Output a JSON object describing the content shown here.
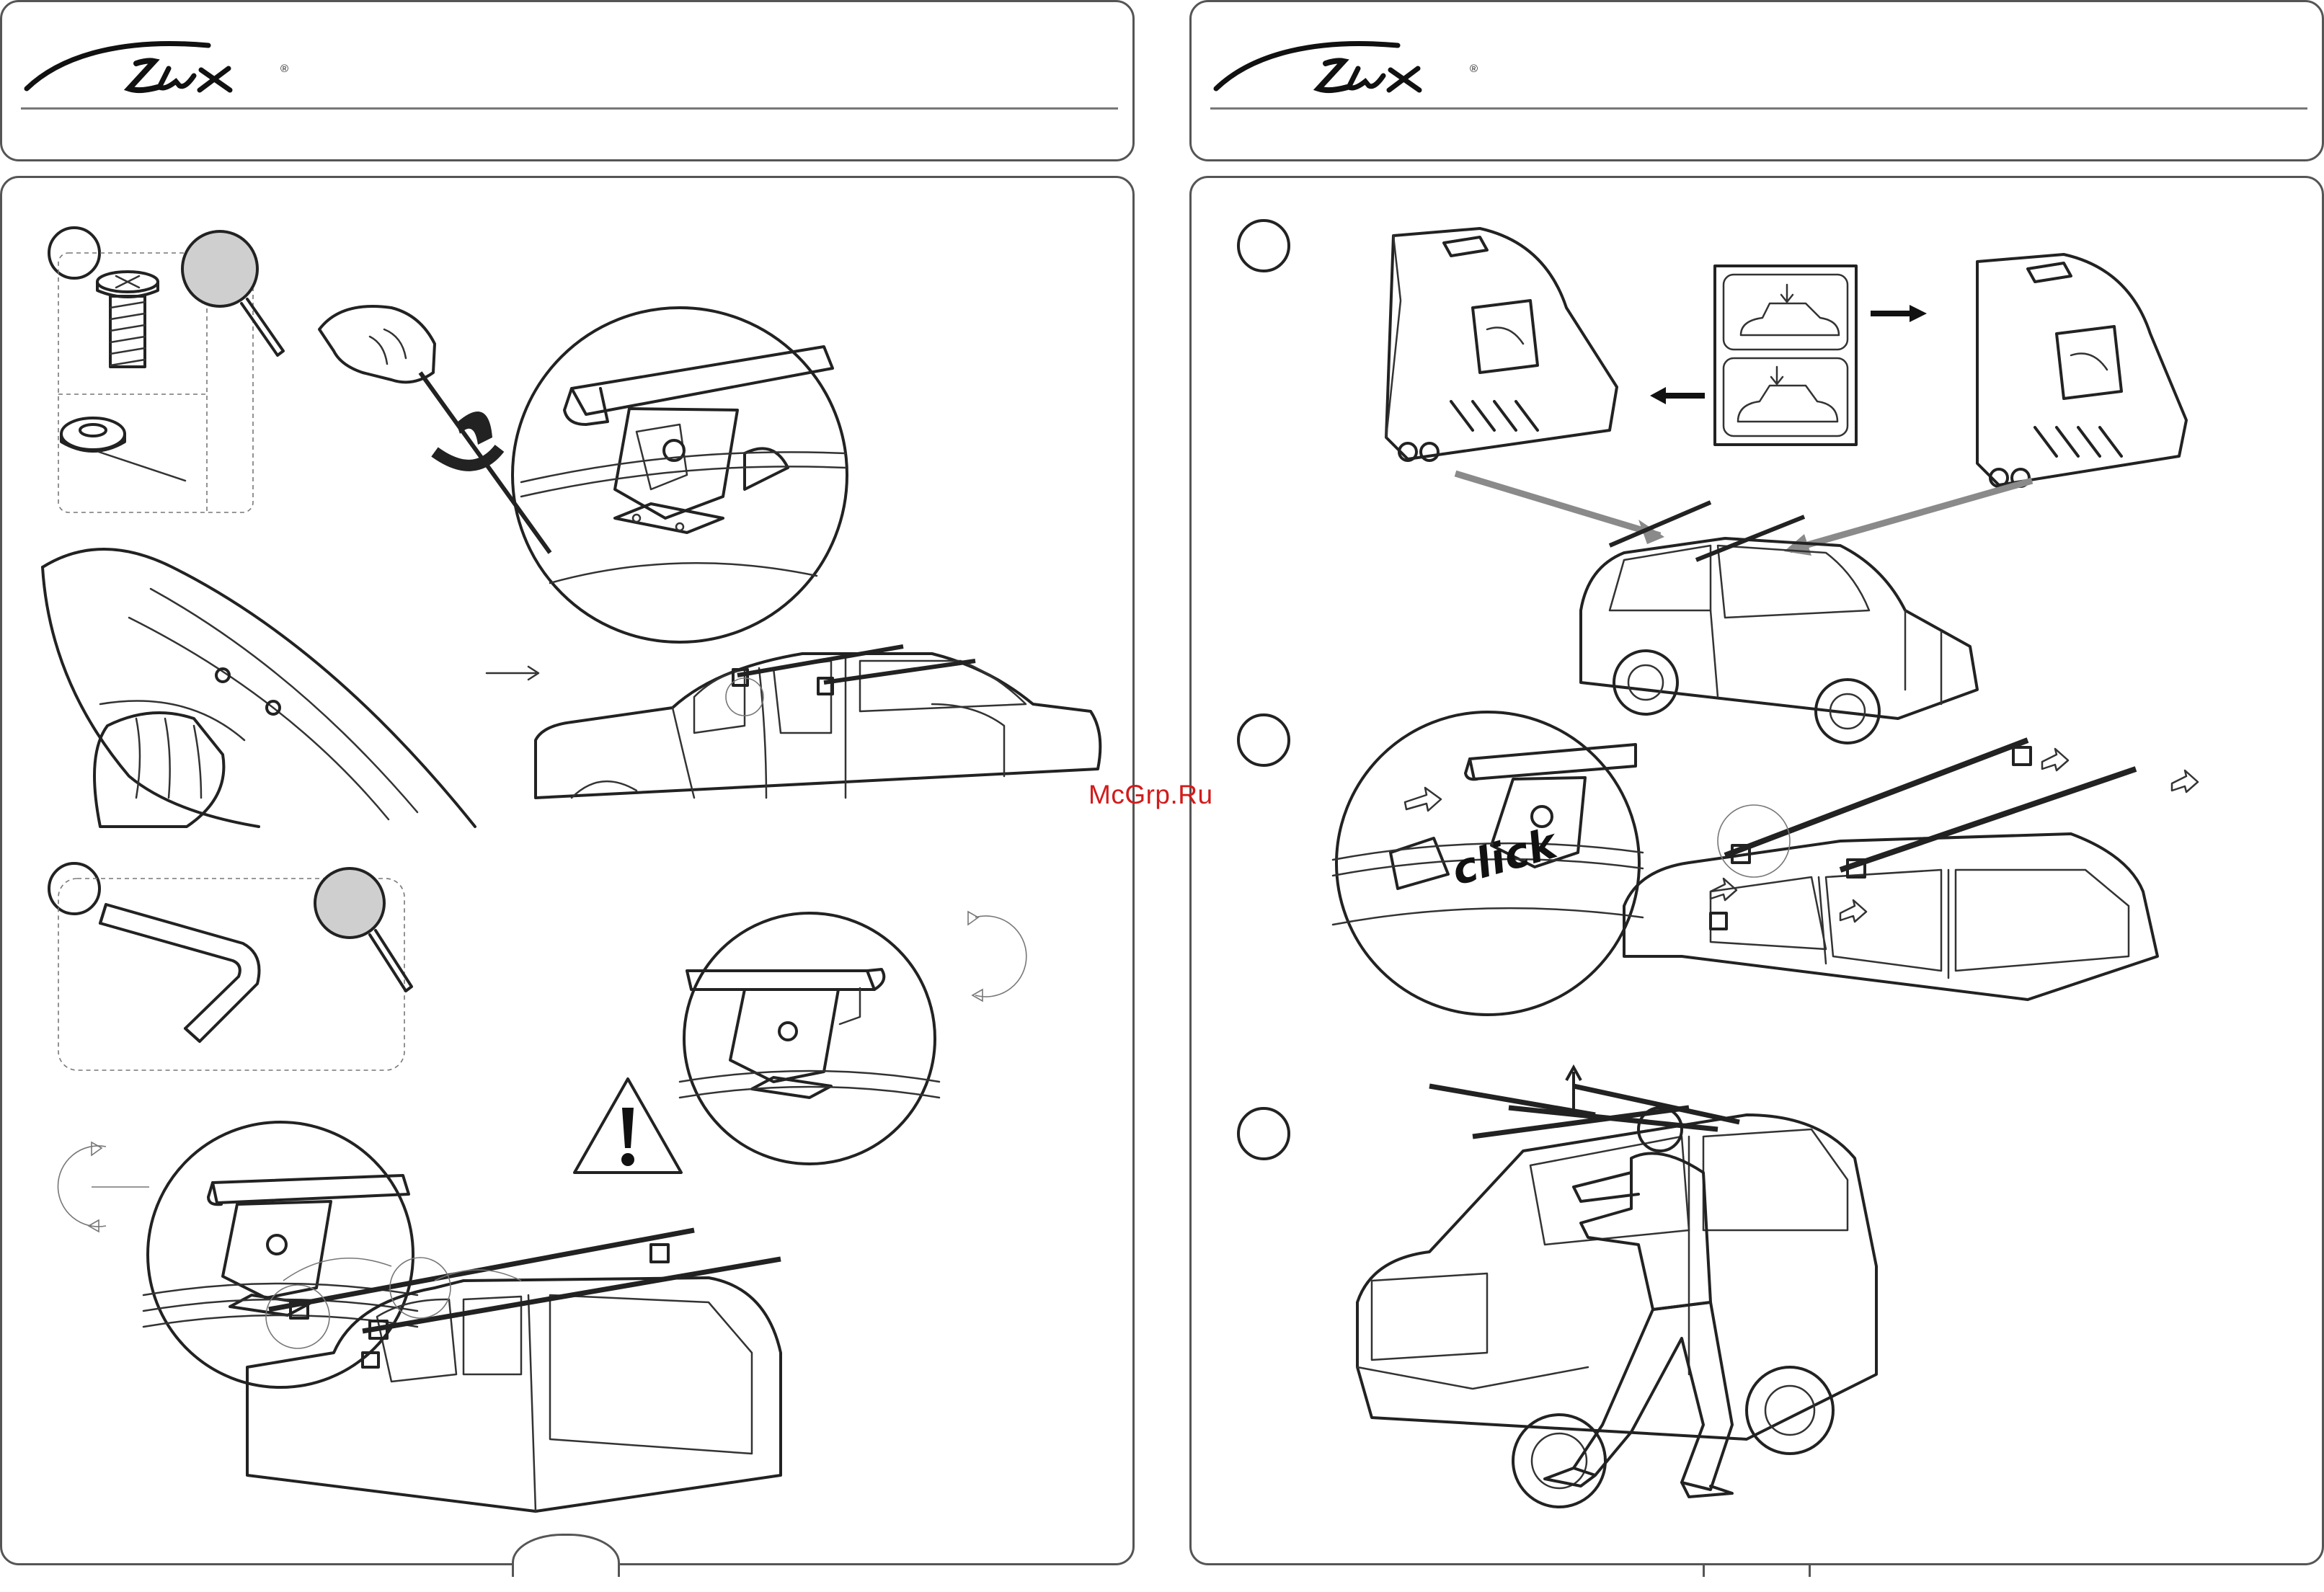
{
  "brand": {
    "name": "Lux",
    "trademark": "®"
  },
  "watermark": "McGrp.Ru",
  "click_text": "click",
  "left_page": {
    "steps": [
      "",
      "",
      ""
    ]
  },
  "right_page": {
    "steps": [
      "",
      "",
      ""
    ]
  },
  "colors": {
    "line": "#222222",
    "frame": "#555555",
    "watermark": "#d21b1b",
    "arrow_gray": "#8a8a8a",
    "lens_gray": "#cccccc"
  },
  "icons": [
    "screw-icon",
    "washer-icon",
    "magnifier-icon",
    "hex-key-icon",
    "warning-icon",
    "rotate-arrow-icon",
    "roof-bar-foot-icon",
    "car-icon",
    "person-icon"
  ]
}
